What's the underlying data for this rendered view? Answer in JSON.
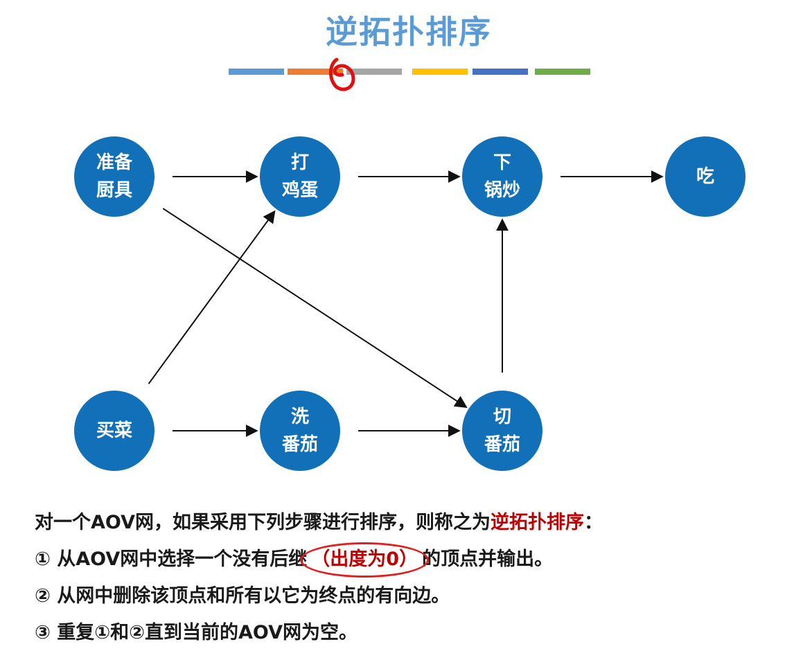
{
  "title": "逆拓扑排序",
  "color_bar": [
    "#5b9bd5",
    "#ed7d31",
    "#a5a5a5",
    "#ffc000",
    "#4472c4",
    "#70ad47"
  ],
  "node_color": "#1170b8",
  "nodes": [
    {
      "id": "n1",
      "label": "准备\n厨具"
    },
    {
      "id": "n2",
      "label": "打\n鸡蛋"
    },
    {
      "id": "n3",
      "label": "下\n锅炒"
    },
    {
      "id": "n4",
      "label": "吃"
    },
    {
      "id": "n5",
      "label": "买菜"
    },
    {
      "id": "n6",
      "label": "洗\n番茄"
    },
    {
      "id": "n7",
      "label": "切\n番茄"
    }
  ],
  "edges": [
    [
      "n1",
      "n2"
    ],
    [
      "n2",
      "n3"
    ],
    [
      "n3",
      "n4"
    ],
    [
      "n1",
      "n7"
    ],
    [
      "n5",
      "n2"
    ],
    [
      "n5",
      "n6"
    ],
    [
      "n6",
      "n7"
    ],
    [
      "n7",
      "n3"
    ]
  ],
  "text": {
    "line1_pre": "对一个AOV网，如果采用下列步骤进行排序，则称之为",
    "line1_red": "逆拓扑排序",
    "line1_post": "：",
    "line2_pre": "① 从AOV网中选择一个没有后继",
    "line2_hl": "（出度为0）",
    "line2_post": "的顶点并输出。",
    "line3": "② 从网中删除该顶点和所有以它为终点的有向边。",
    "line4": "③ 重复①和②直到当前的AOV网为空。"
  }
}
